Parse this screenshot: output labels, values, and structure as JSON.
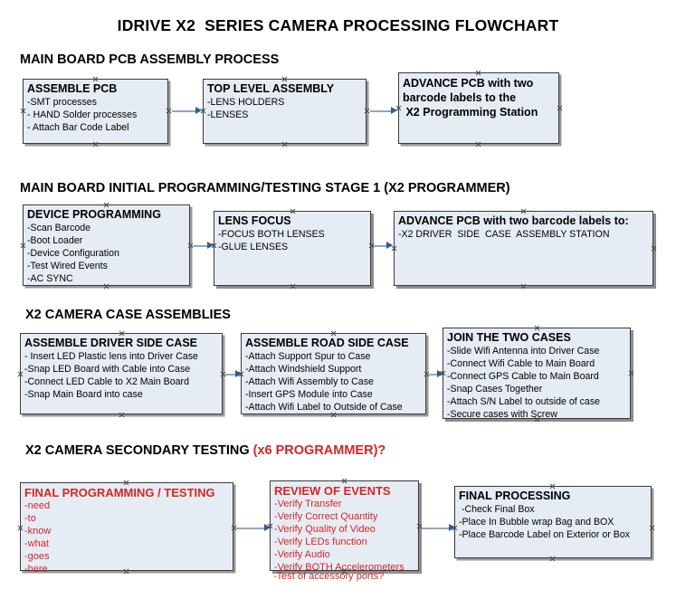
{
  "document": {
    "title": "IDRIVE X2  SERIES CAMERA PROCESSING FLOWCHART"
  },
  "sections": [
    {
      "id": "main-board-pcb-assembly",
      "heading": "MAIN BOARD PCB ASSEMBLY PROCESS",
      "heading_accent": "",
      "nodes": [
        {
          "id": "assemble-pcb",
          "title": "ASSEMBLE PCB",
          "lines": [
            "-SMT processes",
            "- HAND Solder processes",
            "- Attach Bar Code Label"
          ]
        },
        {
          "id": "top-level-assembly",
          "title": "TOP LEVEL ASSEMBLY",
          "lines": [
            "-LENS HOLDERS",
            "-LENSES"
          ]
        },
        {
          "id": "advance-pcb-x2-programming-station",
          "title": "ADVANCE PCB with two\nbarcode labels to the\n X2 Programming Station",
          "lines": []
        }
      ]
    },
    {
      "id": "main-board-initial-programming",
      "heading": "MAIN BOARD INITIAL PROGRAMMING/TESTING STAGE 1 (X2 PROGRAMMER)",
      "heading_accent": "",
      "nodes": [
        {
          "id": "device-programming",
          "title": "DEVICE PROGRAMMING",
          "lines": [
            "-Scan Barcode",
            "-Boot Loader",
            "-Device Configuration",
            "-Test Wired Events",
            "-AC SYNC"
          ]
        },
        {
          "id": "lens-focus",
          "title": "LENS FOCUS",
          "lines": [
            "-FOCUS BOTH LENSES",
            "-GLUE LENSES"
          ]
        },
        {
          "id": "advance-pcb-driver-side-case",
          "title": "ADVANCE PCB with two barcode labels to:",
          "lines": [
            "-X2 DRIVER  SIDE  CASE  ASSEMBLY STATION"
          ]
        }
      ]
    },
    {
      "id": "x2-camera-case-assemblies",
      "heading": "X2 CAMERA CASE ASSEMBLIES",
      "heading_accent": "",
      "nodes": [
        {
          "id": "assemble-driver-side-case",
          "title": "ASSEMBLE DRIVER SIDE CASE",
          "lines": [
            "- Insert LED Plastic lens into Driver Case",
            "-Snap LED Board with Cable into Case",
            "-Connect LED Cable to X2 Main Board",
            "-Snap Main Board into case"
          ]
        },
        {
          "id": "assemble-road-side-case",
          "title": "ASSEMBLE ROAD SIDE CASE",
          "lines": [
            "-Attach Support Spur to Case",
            "-Attach Windshield Support",
            "-Attach Wifi Assembly to Case",
            "-Insert GPS Module into Case",
            "-Attach Wifi Label to Outside of Case"
          ]
        },
        {
          "id": "join-the-two-cases",
          "title": "JOIN THE TWO CASES",
          "lines": [
            "-Slide Wifi Antenna into Driver Case",
            "-Connect Wifi Cable to Main Board",
            "-Connect GPS Cable to Main Board",
            "-Snap Cases Together",
            "-Attach S/N Label to outside of case",
            "-Secure cases with Screw"
          ]
        }
      ]
    },
    {
      "id": "x2-camera-secondary-testing",
      "heading": "X2 CAMERA SECONDARY TESTING ",
      "heading_accent": "(x6 PROGRAMMER)?",
      "nodes": [
        {
          "id": "final-programming-testing",
          "title": "FINAL PROGRAMMING / TESTING",
          "lines": [
            "-need",
            "-to",
            "-know",
            "-what",
            "-goes",
            "-here"
          ]
        },
        {
          "id": "review-of-events",
          "title": "REVIEW OF EVENTS",
          "lines": [
            "-Verify Transfer",
            "-Verify Correct Quantity",
            "-Verify Quality of Video",
            "-Verify LEDs function",
            "-Verify Audio",
            "-Verify BOTH Accelerometers"
          ],
          "overflow_line": "-Test of accessory ports?"
        },
        {
          "id": "final-processing",
          "title": "FINAL PROCESSING",
          "lines": [
            " -Check Final Box",
            "-Place In Bubble wrap Bag and BOX",
            "-Place Barcode Label on Exterior or Box"
          ]
        }
      ]
    }
  ],
  "colors": {
    "node_fill": "#e6ecf4",
    "node_border": "#3a3a3a",
    "accent_red": "#d42626",
    "connector_line": "#8fa8bf",
    "connector_head": "#2f5c99"
  }
}
